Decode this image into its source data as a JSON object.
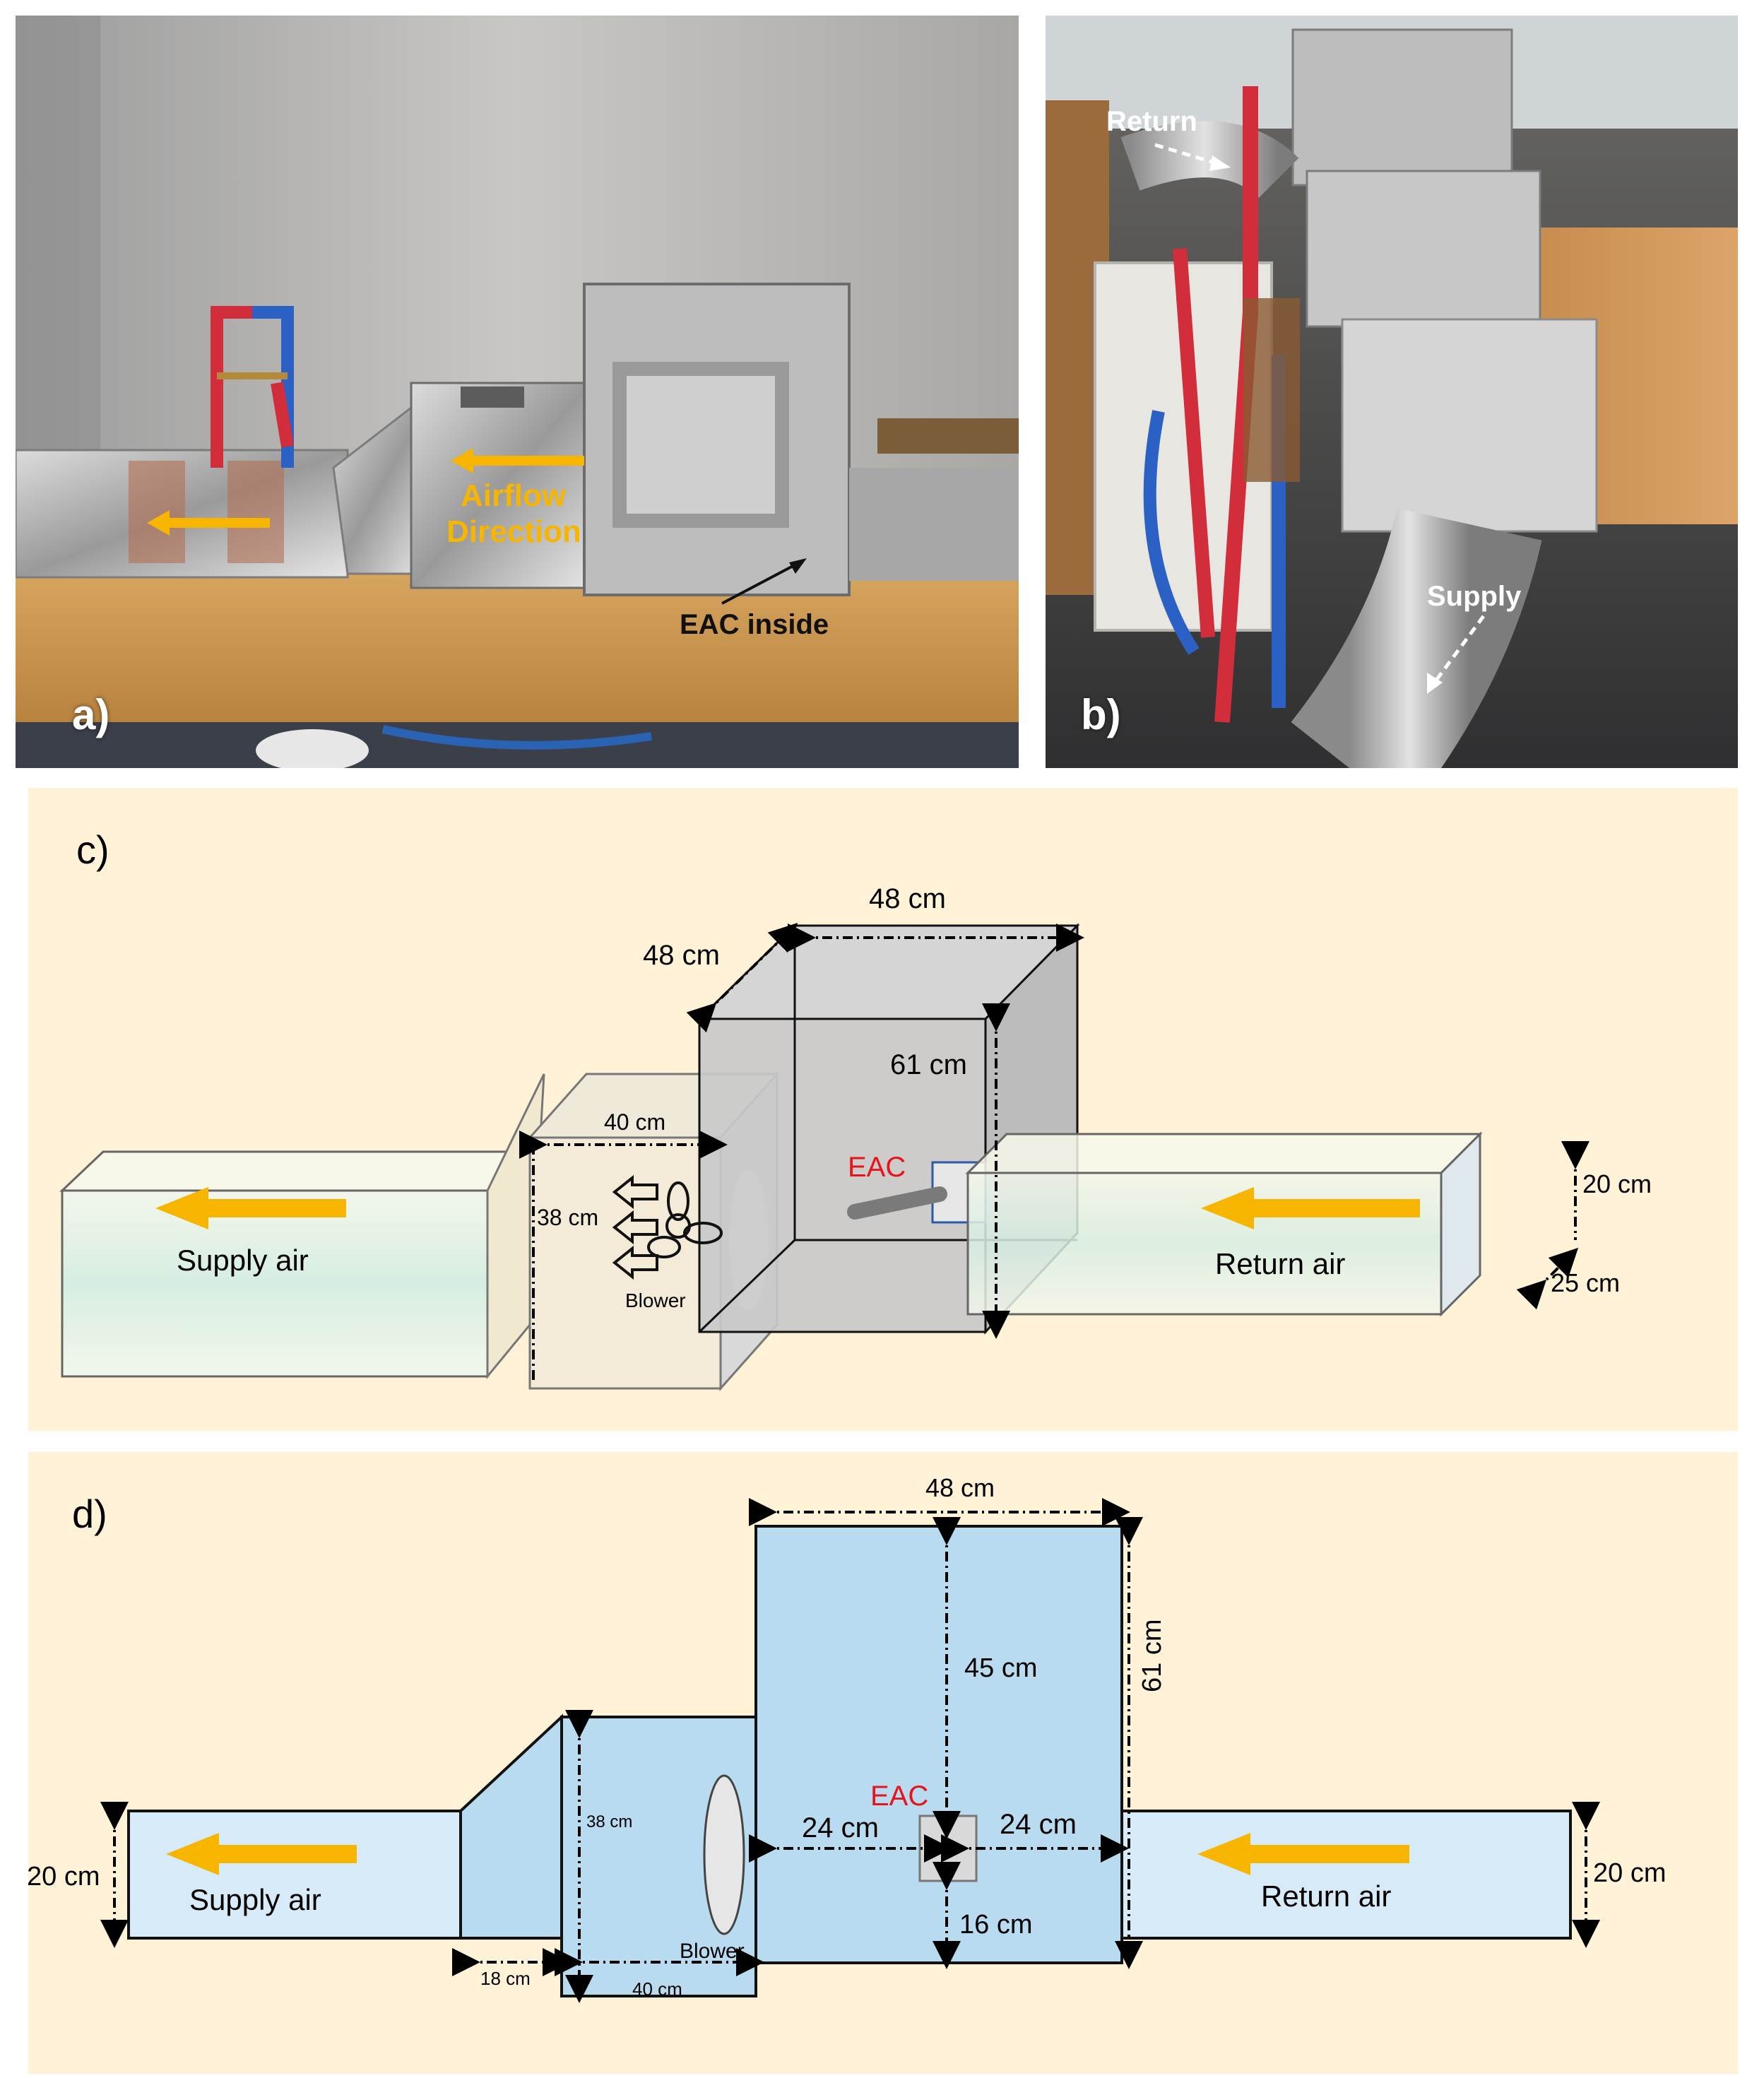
{
  "panel_a": {
    "label": "a)",
    "airflow_label_line1": "Airflow",
    "airflow_label_line2": "Direction",
    "eac_label": "EAC inside"
  },
  "panel_b": {
    "label": "b)",
    "return_label": "Return",
    "supply_label": "Supply"
  },
  "panel_c": {
    "label": "c)",
    "dim_top_width": "48 cm",
    "dim_depth": "48 cm",
    "dim_height": "61 cm",
    "dim_blower_width": "40 cm",
    "dim_blower_height": "38 cm",
    "eac_label": "EAC",
    "blower_label": "Blower",
    "supply_label": "Supply air",
    "return_label": "Return air",
    "dim_duct_height": "20 cm",
    "dim_duct_depth": "25 cm"
  },
  "panel_d": {
    "label": "d)",
    "dim_box_width": "48 cm",
    "dim_top_to_eac": "45 cm",
    "dim_box_height": "61 cm",
    "eac_label": "EAC",
    "dim_left_to_eac": "24 cm",
    "dim_right_to_eac": "24 cm",
    "dim_eac_to_bottom": "16 cm",
    "dim_blower_height": "38 cm",
    "blower_label": "Blower",
    "dim_transition": "18 cm",
    "dim_blower_width": "40 cm",
    "supply_label": "Supply air",
    "return_label": "Return air",
    "dim_supply_height": "20 cm",
    "dim_return_height": "20 cm"
  },
  "colors": {
    "arrow": "#f7b500",
    "diagram_bg": "#fff2d6",
    "plan_fill": "#b9dbf0",
    "eac_text": "#e8141c"
  }
}
